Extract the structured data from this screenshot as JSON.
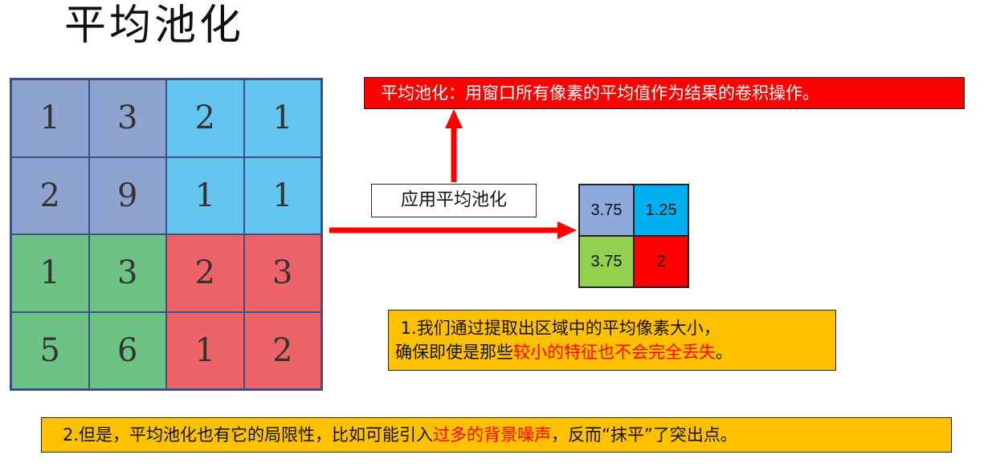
{
  "title": "平均池化",
  "input_grid": {
    "cells": [
      [
        "1",
        "3",
        "2",
        "1"
      ],
      [
        "2",
        "9",
        "1",
        "1"
      ],
      [
        "1",
        "3",
        "2",
        "3"
      ],
      [
        "5",
        "6",
        "1",
        "2"
      ]
    ],
    "quadrant_colors": {
      "top_left": "#8ea3cf",
      "top_right": "#62c6ef",
      "bottom_left": "#6cc383",
      "bottom_right": "#ec6467"
    }
  },
  "output_grid": {
    "cells": [
      [
        "3.75",
        "1.25"
      ],
      [
        "3.75",
        "2"
      ]
    ],
    "colors": [
      "#8ea9db",
      "#00b0f0",
      "#92d050",
      "#ff0000"
    ]
  },
  "definition": "平均池化：用窗口所有像素的平均值作为结果的卷积操作。",
  "apply_label": "应用平均池化",
  "note1": {
    "line1": " 1.我们通过提取出区域中的平均像素大小，",
    "line2_prefix": "确保即使是那些",
    "line2_highlight": "较小的特征也不会完全丢失",
    "line2_suffix": "。"
  },
  "note2": {
    "prefix": "2.但是，平均池化也有它的局限性，比如可能引入",
    "highlight": "过多的背景噪声",
    "suffix": "，反而“抹平”了突出点。"
  },
  "colors": {
    "arrow": "#ff0000",
    "highlight_text": "#ff0000",
    "note_background": "#ffc000"
  }
}
